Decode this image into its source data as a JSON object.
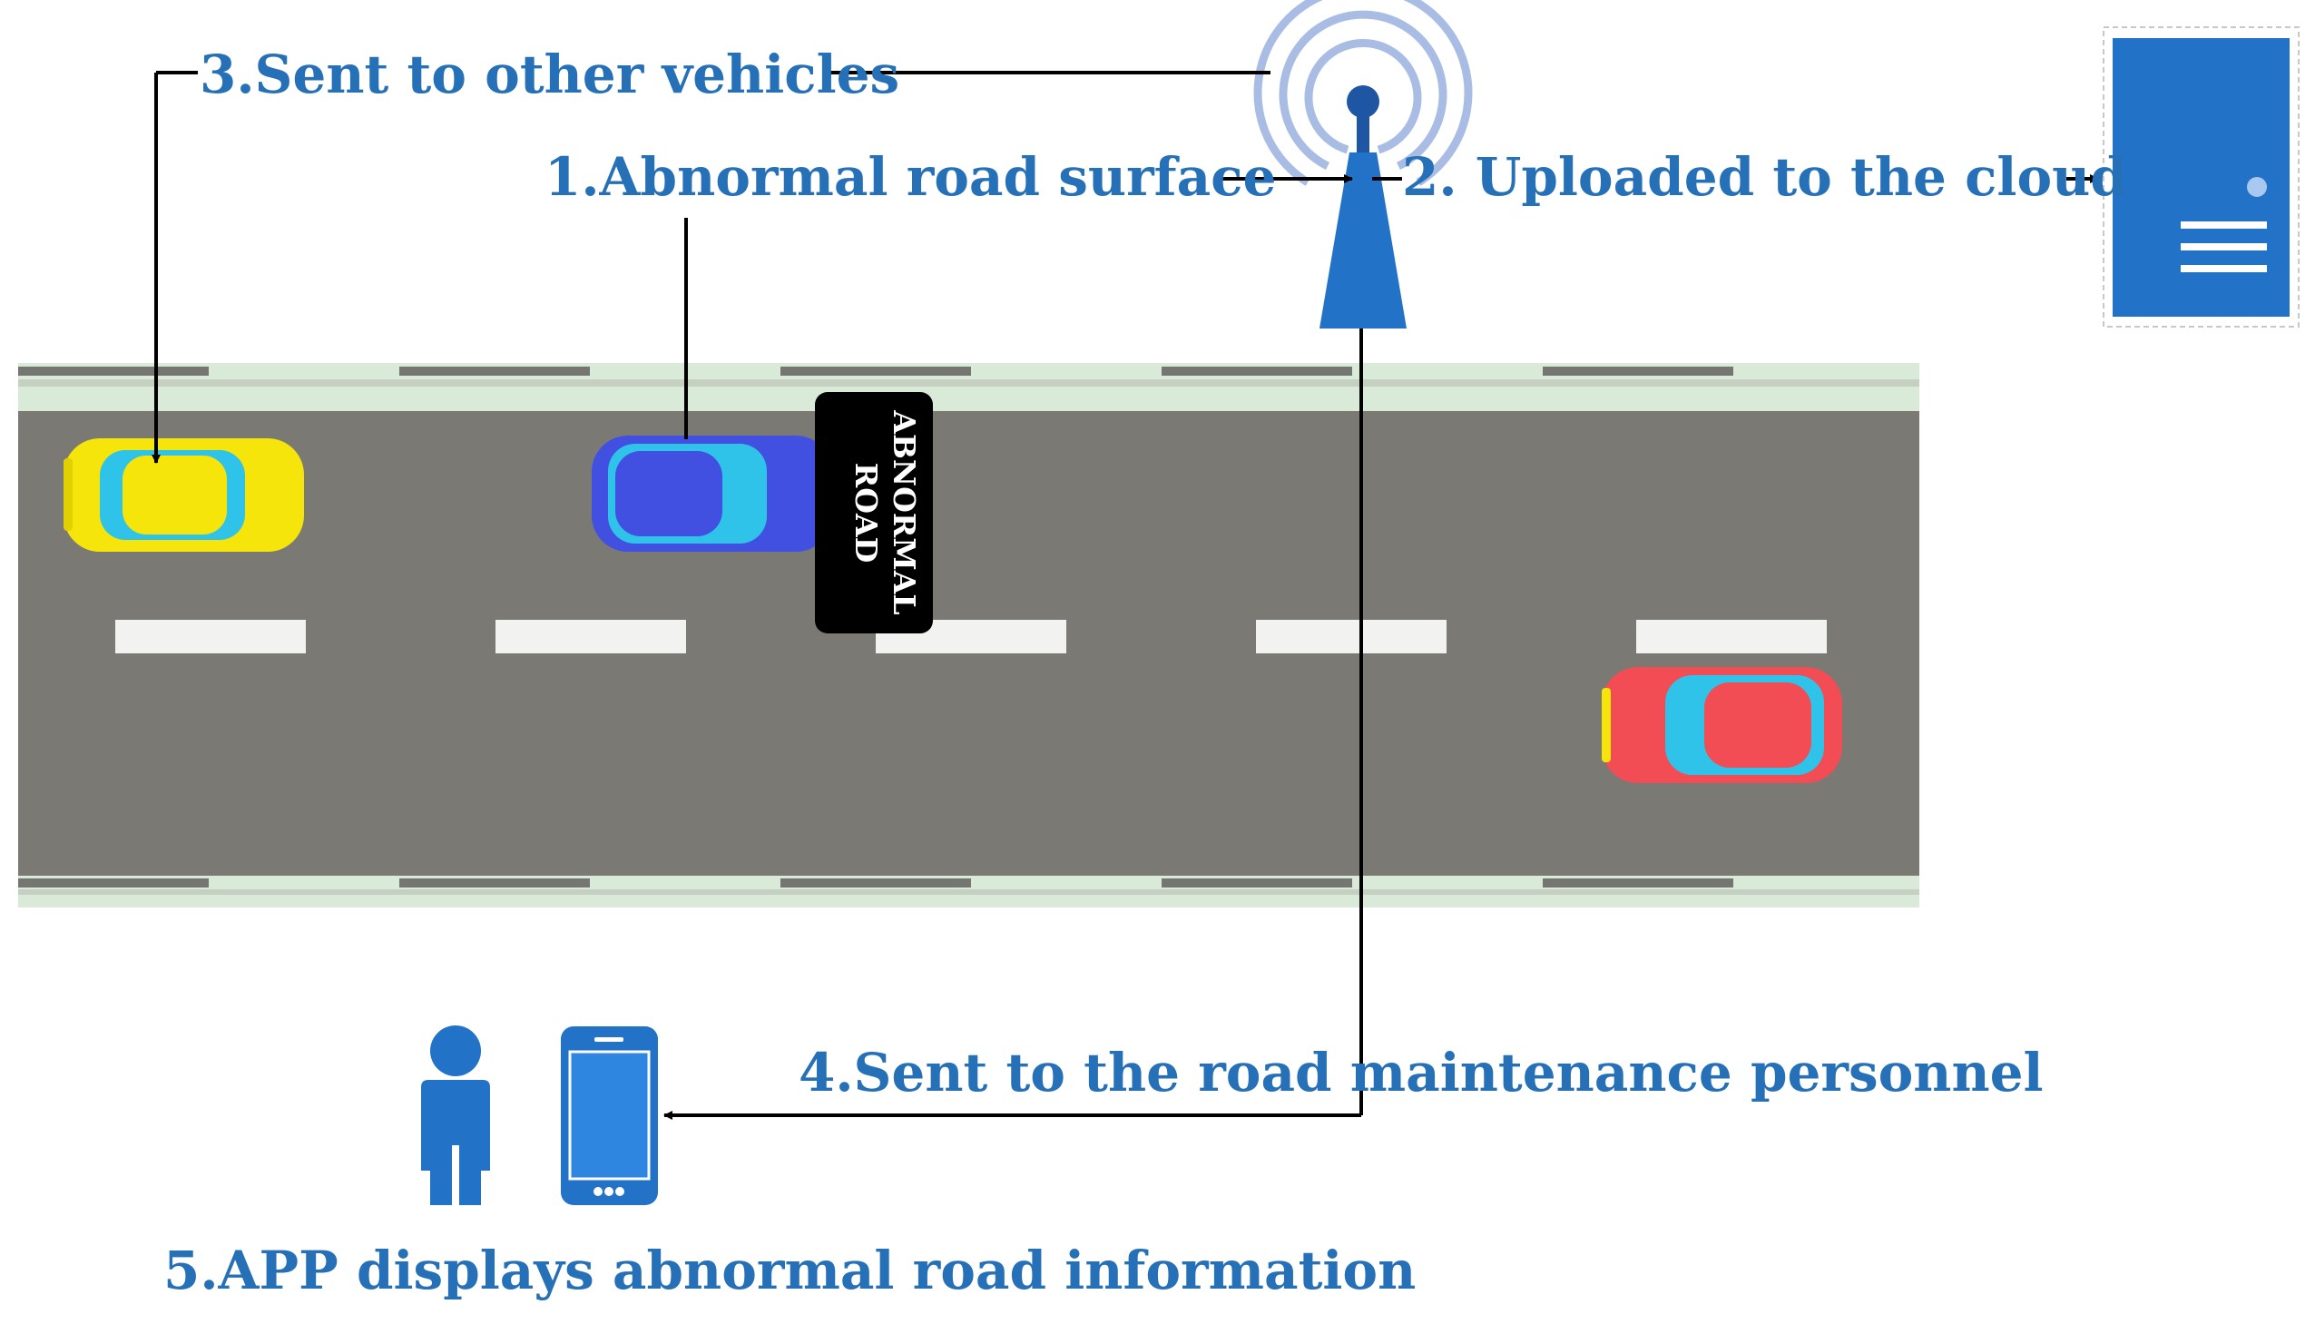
{
  "steps": {
    "step1": "1.Abnormal road surface",
    "step2": "2. Uploaded to the cloud",
    "step3": "3.Sent to other vehicles",
    "step4": "4.Sent to the road maintenance personnel",
    "step5": "5.APP displays abnormal road information"
  },
  "sign": {
    "line1": "ABNORMAL",
    "line2": "ROAD"
  },
  "colors": {
    "label_blue": "#2670b8",
    "icon_blue": "#2272c8",
    "road_gray": "#7b7973",
    "car_yellow": "#f5e50a",
    "car_blue": "#4150e0",
    "car_red": "#f24c55",
    "windshield_cyan": "#2fc3ea"
  },
  "icons": [
    "signal-tower-icon",
    "server-icon",
    "person-icon",
    "smartphone-icon",
    "car-icon"
  ]
}
